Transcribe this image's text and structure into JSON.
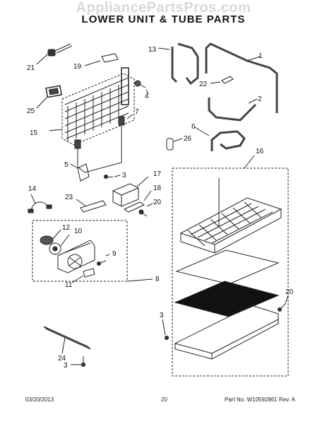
{
  "watermark": "AppliancePartsPros.com",
  "title": "LOWER UNIT & TUBE PARTS",
  "callouts": [
    "21",
    "19",
    "4",
    "25",
    "7",
    "15",
    "5",
    "3",
    "14",
    "23",
    "17",
    "18",
    "20",
    "12",
    "10",
    "9",
    "11",
    "8",
    "13",
    "1",
    "22",
    "2",
    "6",
    "26",
    "16",
    "20",
    "3",
    "24",
    "3"
  ],
  "footer": {
    "date": "03/20/2013",
    "page": "20",
    "part": "Part No. W10592861  Rev. A"
  }
}
